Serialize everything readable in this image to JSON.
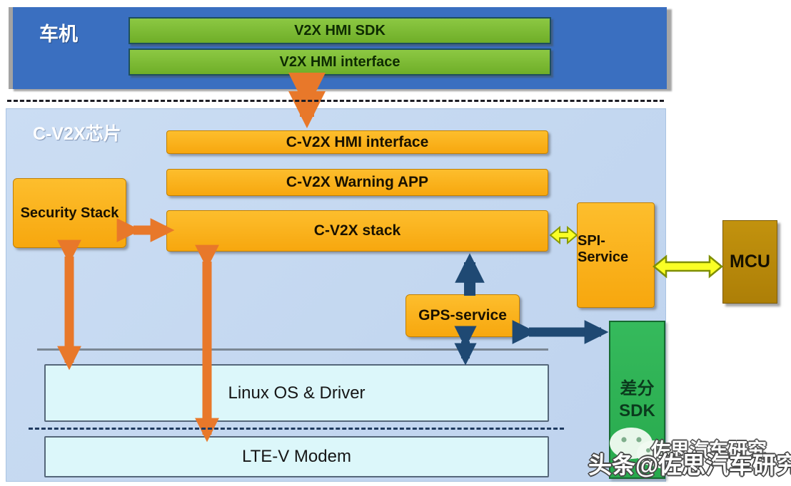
{
  "head_unit": {
    "label": "车机",
    "bars": [
      {
        "label": "V2X HMI SDK"
      },
      {
        "label": "V2X HMI interface"
      }
    ]
  },
  "chip": {
    "label": "C-V2X芯片",
    "hmi_interface": "C-V2X HMI interface",
    "warning_app": "C-V2X Warning APP",
    "stack": "C-V2X stack",
    "security_stack": "Security Stack",
    "gps_service": "GPS-service",
    "spi_service": "SPI-Service",
    "linux_os": "Linux OS & Driver",
    "lte_modem": "LTE-V Modem",
    "diff_sdk": {
      "line1": "差分",
      "line2": "SDK"
    }
  },
  "external": {
    "mcu": "MCU"
  },
  "watermark": {
    "main": "头条@佐思汽车研究",
    "ghost": "佐思汽车研究",
    "icon": "wechat-icon"
  },
  "colors": {
    "head_unit_blue": "#3A6FC0",
    "chip_background": "#C6D9F1",
    "green_bar": "#7CBB31",
    "orange_box": "#FBAD18",
    "orange_arrow": "#E8782A",
    "navy_arrow": "#1F4973",
    "yellow_arrow": "#FAFF25",
    "cyan_bar": "#DCF7FA",
    "sdk_green": "#2FB457",
    "mcu_gold": "#B9880B"
  }
}
